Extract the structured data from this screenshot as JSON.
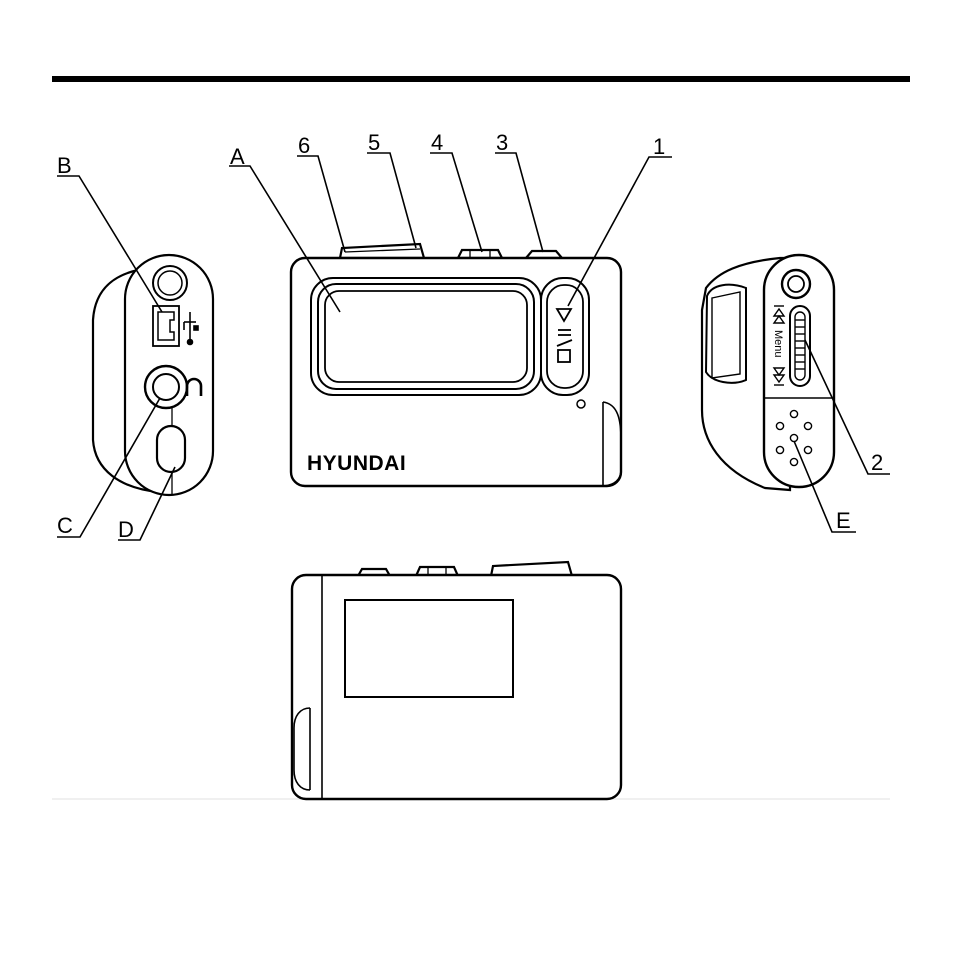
{
  "callouts": {
    "A": "A",
    "B": "B",
    "C": "C",
    "D": "D",
    "E": "E",
    "n1": "1",
    "n2": "2",
    "n3": "3",
    "n4": "4",
    "n5": "5",
    "n6": "6"
  },
  "device": {
    "brand": "HYUNDAI",
    "menu_label": "Menu"
  },
  "icons": {
    "usb": "usb-port-icon",
    "headphone": "headphone-icon",
    "play": "play-pause-stop-icon",
    "prev": "previous-track-icon",
    "next": "next-track-icon",
    "speaker": "speaker-grille-icon"
  }
}
